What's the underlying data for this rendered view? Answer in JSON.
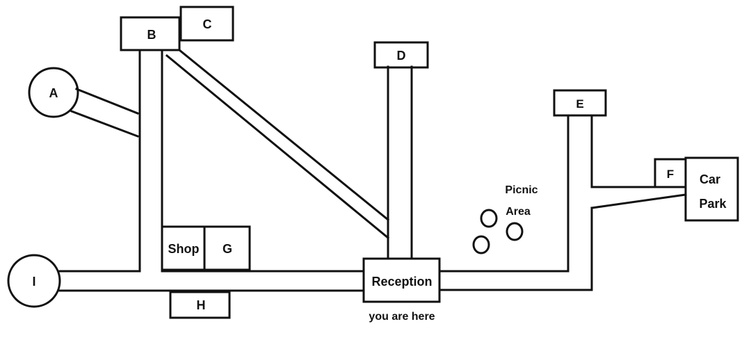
{
  "map": {
    "locations": {
      "a": "A",
      "b": "B",
      "c": "C",
      "d": "D",
      "e": "E",
      "f": "F",
      "g": "G",
      "h": "H",
      "i": "I"
    },
    "shop": "Shop",
    "reception": "Reception",
    "you_are_here": "you are here",
    "car_park": {
      "line1": "Car",
      "line2": "Park"
    },
    "picnic_area": {
      "line1": "Picnic",
      "line2": "Area"
    }
  },
  "colors": {
    "line": "#111111",
    "background": "#ffffff"
  }
}
